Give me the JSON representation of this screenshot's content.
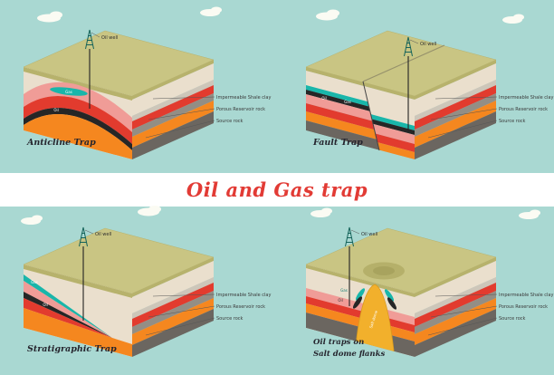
{
  "title": "Oil and Gas trap",
  "panels": {
    "anticline": {
      "caption": "Anticline Trap",
      "well": "Oil well",
      "gas": "Gas",
      "oil": "Oil",
      "labels": [
        "Impermeable Shale clay",
        "Porous Reservoir rock",
        "Source rock"
      ]
    },
    "fault": {
      "caption": "Fault Trap",
      "well": "Oil well",
      "gas": "Gas",
      "oil": "Oil",
      "labels": [
        "Impermeable Shale clay",
        "Porous Reservoir rock",
        "Source rock"
      ]
    },
    "stratigraphic": {
      "caption": "Stratigraphic Trap",
      "well": "Oil well",
      "gas": "Gas",
      "oil": "Oil",
      "labels": [
        "Impermeable Shale clay",
        "Porous Reservoir rock",
        "Source rock"
      ]
    },
    "saltdome": {
      "caption_line1": "Oil traps on",
      "caption_line2": "Salt dome flanks",
      "well": "Oil well",
      "gas": "Gas",
      "oil": "Oil",
      "salt": "Salt dome",
      "labels": [
        "Impermeable Shale clay",
        "Porous Reservoir rock",
        "Source rock"
      ]
    }
  },
  "colors": {
    "background": "#a9d8d2",
    "band": "#ffffff",
    "title_red": "#e23b35",
    "top_face_olive": "#c9c583",
    "soil_olive": "#b7b26c",
    "shale_cream": "#eadfcd",
    "reservoir_pink": "#f09c97",
    "source_red": "#e23b2e",
    "oil_black": "#262626",
    "gas_teal": "#19b6aa",
    "orange": "#f5871f",
    "gray": "#938e85",
    "dark_gray": "#6b6660",
    "salt_yellow": "#f2b02c"
  }
}
